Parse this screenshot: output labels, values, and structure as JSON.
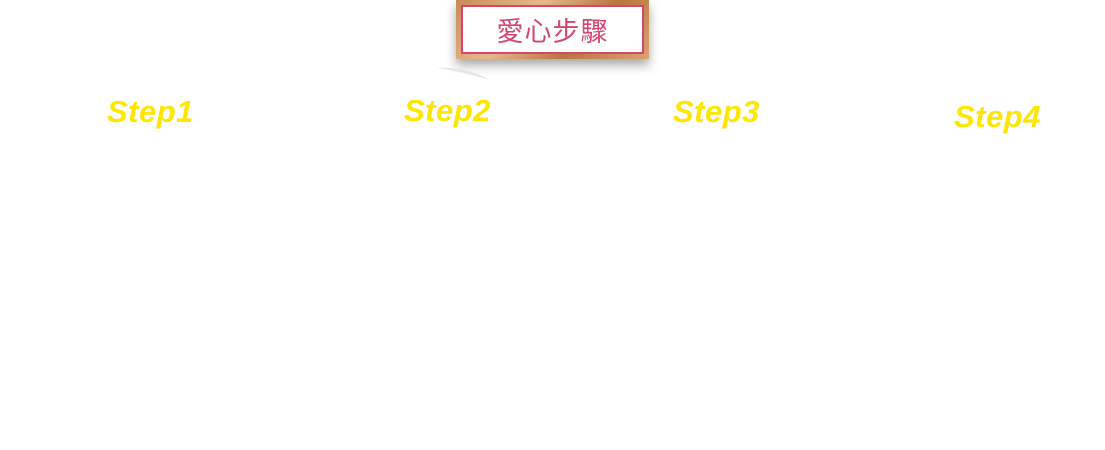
{
  "header": {
    "title": "愛心步驟"
  },
  "steps": [
    {
      "label": "Step1"
    },
    {
      "label": "Step2"
    },
    {
      "label": "Step3"
    },
    {
      "label": "Step4"
    }
  ],
  "colors": {
    "title_text": "#d4466f",
    "title_border": "#d4466f",
    "plaque_frame": "#c98a55",
    "step_label": "#ffe600",
    "background": "#ffffff"
  }
}
